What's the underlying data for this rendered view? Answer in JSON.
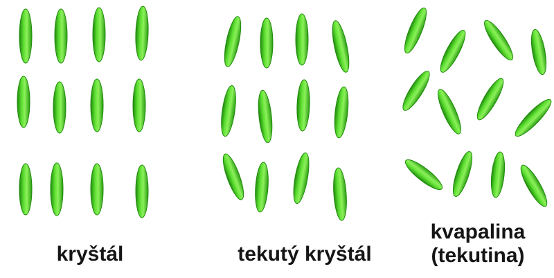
{
  "labels": {
    "crystal": "kryštál",
    "liquid_crystal": "tekutý kryštál",
    "liquid_line1": "kvapalina",
    "liquid_line2": "(tekutina)"
  },
  "colors": {
    "molecule_fill": "#3fcf1c",
    "molecule_highlight": "#8cf05a",
    "molecule_shadow": "#1f8a0c",
    "text": "#151515",
    "background": "#ffffff"
  }
}
